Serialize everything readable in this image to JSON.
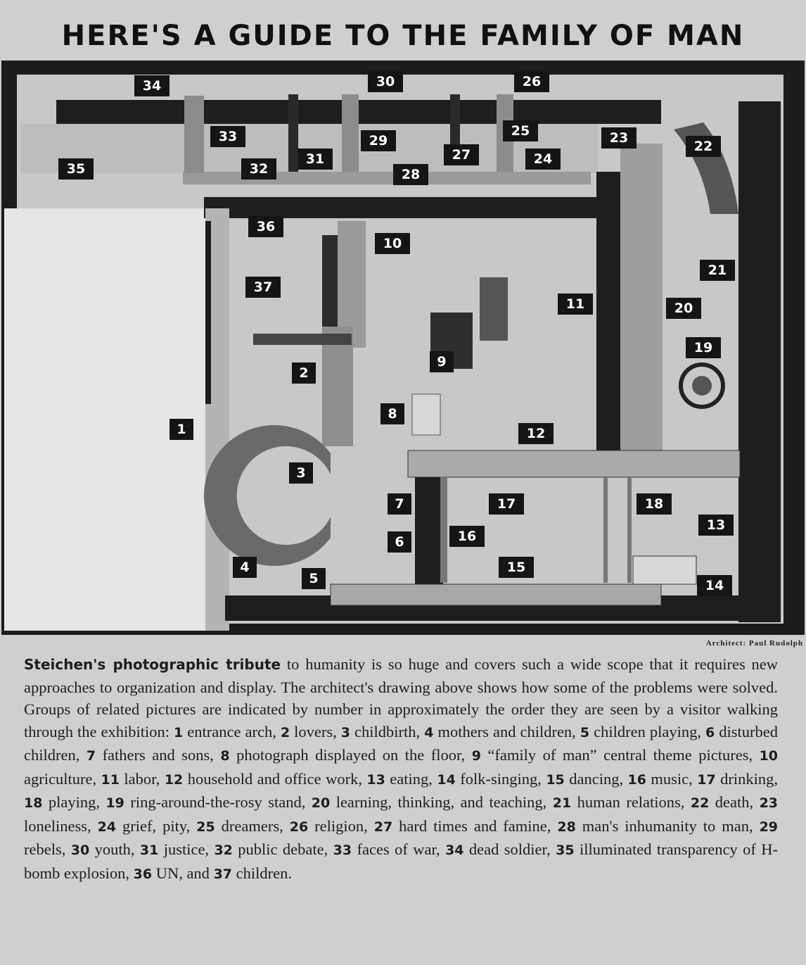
{
  "title": "HERE'S A GUIDE TO THE FAMILY OF MAN",
  "credit": "Architect: Paul Rudolph",
  "caption": {
    "lead": "Steichen's photographic tribute",
    "intro": " to humanity is so huge and covers such a wide scope that it requires new approaches to organization and display. The architect's drawing above shows how some of the problems were solved. Groups of related pictures are indicated by number in approximately the order they are seen by a visitor walking through the exhibition: ",
    "items": [
      {
        "num": "1",
        "text": " entrance arch, "
      },
      {
        "num": "2",
        "text": " lovers, "
      },
      {
        "num": "3",
        "text": " childbirth, "
      },
      {
        "num": "4",
        "text": " mothers and children, "
      },
      {
        "num": "5",
        "text": " children playing, "
      },
      {
        "num": "6",
        "text": " disturbed children, "
      },
      {
        "num": "7",
        "text": " fathers and sons, "
      },
      {
        "num": "8",
        "text": " photograph displayed on the floor, "
      },
      {
        "num": "9",
        "text": " “family of man” central theme pictures, "
      },
      {
        "num": "10",
        "text": " agriculture, "
      },
      {
        "num": "11",
        "text": " labor, "
      },
      {
        "num": "12",
        "text": " household and office work, "
      },
      {
        "num": "13",
        "text": " eating, "
      },
      {
        "num": "14",
        "text": " folk-singing, "
      },
      {
        "num": "15",
        "text": " dancing, "
      },
      {
        "num": "16",
        "text": " music, "
      },
      {
        "num": "17",
        "text": " drinking, "
      },
      {
        "num": "18",
        "text": " playing, "
      },
      {
        "num": "19",
        "text": " ring-around-the-rosy stand, "
      },
      {
        "num": "20",
        "text": " learning, thinking, and teaching, "
      },
      {
        "num": "21",
        "text": " human relations, "
      },
      {
        "num": "22",
        "text": " death, "
      },
      {
        "num": "23",
        "text": " loneliness, "
      },
      {
        "num": "24",
        "text": " grief, pity, "
      },
      {
        "num": "25",
        "text": " dreamers, "
      },
      {
        "num": "26",
        "text": " religion, "
      },
      {
        "num": "27",
        "text": " hard times and famine, "
      },
      {
        "num": "28",
        "text": " man's inhumanity to man, "
      },
      {
        "num": "29",
        "text": " rebels, "
      },
      {
        "num": "30",
        "text": " youth, "
      },
      {
        "num": "31",
        "text": " justice, "
      },
      {
        "num": "32",
        "text": " public debate, "
      },
      {
        "num": "33",
        "text": " faces of war, "
      },
      {
        "num": "34",
        "text": " dead soldier, "
      },
      {
        "num": "35",
        "text": " illuminated transparency of H-bomb explosion, "
      },
      {
        "num": "36",
        "text": " UN, and "
      },
      {
        "num": "37",
        "text": " children."
      }
    ]
  },
  "plan_labels": [
    "1",
    "2",
    "3",
    "4",
    "5",
    "6",
    "7",
    "8",
    "9",
    "10",
    "11",
    "12",
    "13",
    "14",
    "15",
    "16",
    "17",
    "18",
    "19",
    "20",
    "21",
    "22",
    "23",
    "24",
    "25",
    "26",
    "27",
    "28",
    "29",
    "30",
    "31",
    "32",
    "33",
    "34",
    "35",
    "36",
    "37"
  ]
}
